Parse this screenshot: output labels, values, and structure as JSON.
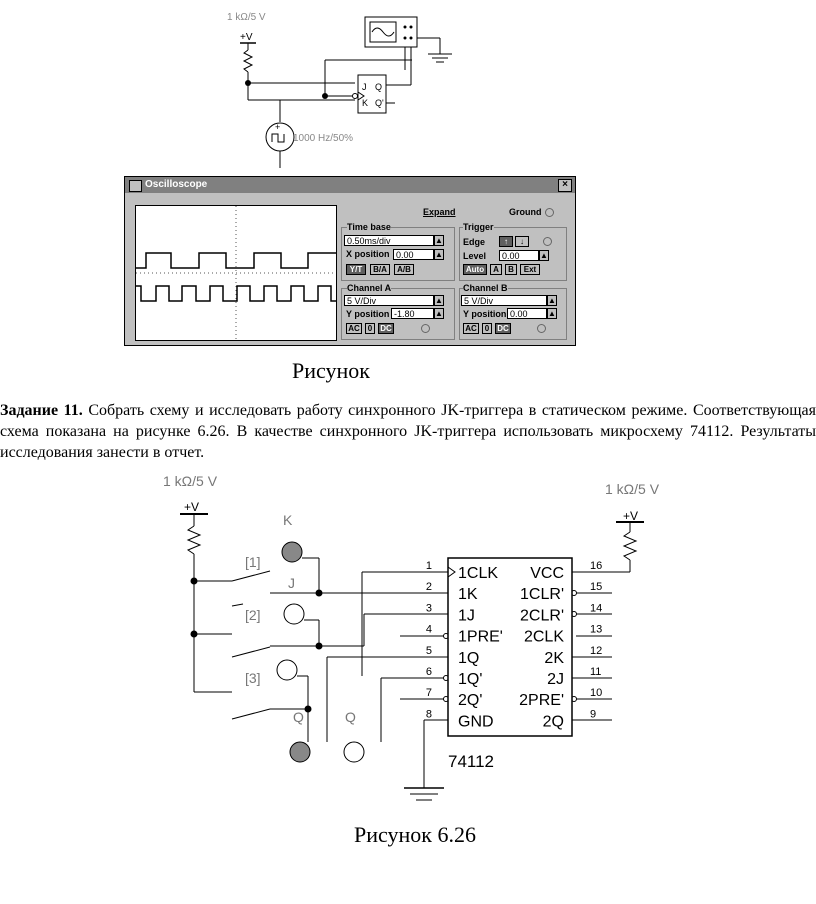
{
  "top_schematic": {
    "resistor_label": "1 kΩ/5 V",
    "vcc_label": "+V",
    "source_label": "1000 Hz/50%",
    "flipflop_pins": {
      "j": "J",
      "k": "K",
      "q": "Q",
      "qbar": "Q'"
    }
  },
  "oscilloscope": {
    "title": "Oscilloscope",
    "expand": "Expand",
    "ground": "Ground",
    "time_base": {
      "title": "Time base",
      "value": "0.50ms/div",
      "x_position_label": "X position",
      "x_position": "0.00",
      "buttons": [
        "Y/T",
        "B/A",
        "A/B"
      ]
    },
    "trigger": {
      "title": "Trigger",
      "edge_label": "Edge",
      "level_label": "Level",
      "level": "0.00",
      "buttons": [
        "Auto",
        "A",
        "B",
        "Ext"
      ]
    },
    "channel_a": {
      "title": "Channel A",
      "value": "5 V/Div",
      "y_position_label": "Y position",
      "y_position": "-1.80",
      "buttons": [
        "AC",
        "0",
        "DC"
      ]
    },
    "channel_b": {
      "title": "Channel B",
      "value": "5 V/Div",
      "y_position_label": "Y position",
      "y_position": "0.00",
      "buttons": [
        "AC",
        "0",
        "DC"
      ]
    }
  },
  "caption1": "Рисунок",
  "task": {
    "label": "Задание 11.",
    "text": "Собрать схему и исследовать работу синхронного JK-триггера в статическом режиме. Соответствующая схема показана на рисунке 6.26. В качестве синхронного JK-триггера использовать микросхему 74112. Результаты исследования занести в отчет."
  },
  "bottom_schematic": {
    "resistor_left": "1 kΩ/5 V",
    "resistor_right": "1 kΩ/5 V",
    "vcc_left": "+V",
    "vcc_right": "+V",
    "probe_k": "K",
    "probe_j": "J",
    "probe_q1": "Q",
    "probe_q2": "Q",
    "switch1": "[1]",
    "switch2": "[2]",
    "switch3": "[3]",
    "chip_name": "74112",
    "left_pins": [
      {
        "num": "1",
        "name": "1CLK"
      },
      {
        "num": "2",
        "name": "1K"
      },
      {
        "num": "3",
        "name": "1J"
      },
      {
        "num": "4",
        "name": "1PRE'"
      },
      {
        "num": "5",
        "name": "1Q"
      },
      {
        "num": "6",
        "name": "1Q'"
      },
      {
        "num": "7",
        "name": "2Q'"
      },
      {
        "num": "8",
        "name": "GND"
      }
    ],
    "right_pins": [
      {
        "num": "16",
        "name": "VCC"
      },
      {
        "num": "15",
        "name": "1CLR'"
      },
      {
        "num": "14",
        "name": "2CLR'"
      },
      {
        "num": "13",
        "name": "2CLK"
      },
      {
        "num": "12",
        "name": "2K"
      },
      {
        "num": "11",
        "name": "2J"
      },
      {
        "num": "10",
        "name": "2PRE'"
      },
      {
        "num": "9",
        "name": "2Q"
      }
    ]
  },
  "caption2": "Рисунок 6.26"
}
